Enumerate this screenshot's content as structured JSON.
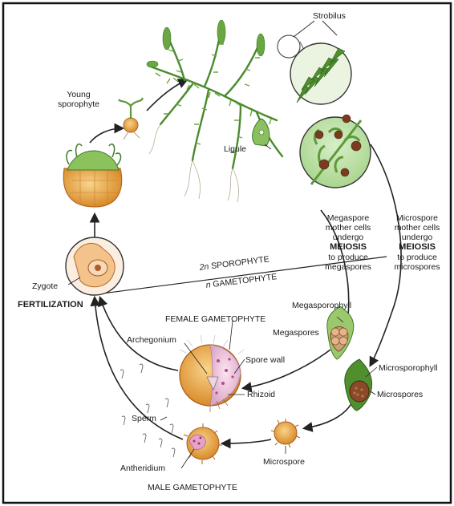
{
  "labels": {
    "strobilus": "Strobilus",
    "young_sporophyte_1": "Young",
    "young_sporophyte_2": "sporophyte",
    "ligule": "Ligule",
    "zygote": "Zygote",
    "fertilization": "FERTILIZATION",
    "sporophyte_ploidy": "2n",
    "sporophyte_word": "SPOROPHYTE",
    "gametophyte_ploidy": "n",
    "gametophyte_word": "GAMETOPHYTE",
    "mega_branch": [
      "Megaspore",
      "mother cells",
      "undergo",
      "MEIOSIS",
      "to produce",
      "megaspores"
    ],
    "micro_branch": [
      "Microspore",
      "mother cells",
      "undergo",
      "MEIOSIS",
      "to produce",
      "microspores"
    ],
    "megasporophyll": "Megasporophyll",
    "megaspores": "Megaspores",
    "female_gametophyte": "FEMALE GAMETOPHYTE",
    "archegonium": "Archegonium",
    "spore_wall": "Spore wall",
    "rhizoid": "Rhizoid",
    "microsporophyll": "Microsporophyll",
    "microspores": "Microspores",
    "sperm": "Sperm",
    "antheridium": "Antheridium",
    "microspore": "Microspore",
    "male_gametophyte": "MALE GAMETOPHYTE"
  },
  "colors": {
    "plant_green": "#5f9a3a",
    "dark_green": "#2f6a25",
    "spore_orange": "#e8a23a",
    "spore_brown": "#8a4a2a",
    "line": "#222222"
  }
}
